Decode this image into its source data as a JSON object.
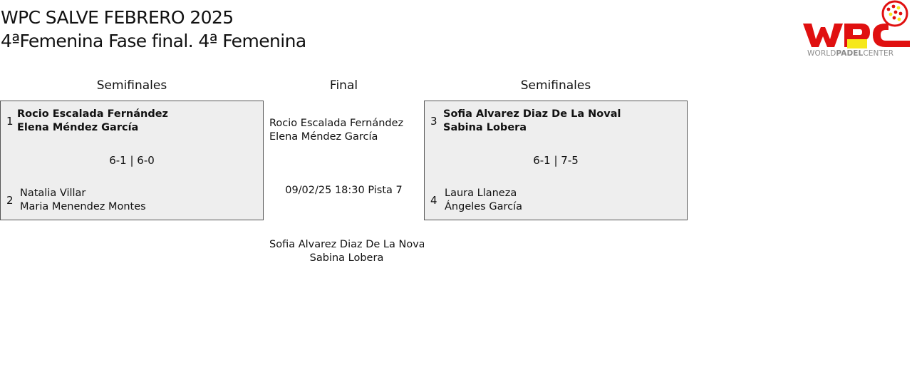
{
  "header": {
    "title_line1": "WPC SALVE FEBRERO 2025",
    "title_line2": "4ªFemenina Fase final. 4ª Femenina"
  },
  "logo": {
    "text_left": "WORLD",
    "text_bold": "PADEL",
    "text_right": "CENTER",
    "colors": {
      "red": "#e01010",
      "yellow": "#f6e81a"
    }
  },
  "columns": {
    "left": "Semifinales",
    "middle": "Final",
    "right": "Semifinales"
  },
  "semifinal_left": {
    "team1": {
      "seed": "1",
      "player1": "Rocio Escalada Fernández",
      "player2": "Elena Méndez García"
    },
    "score": "6-1 | 6-0",
    "team2": {
      "seed": "2",
      "player1": "Natalia Villar",
      "player2": "Maria Menendez Montes"
    }
  },
  "semifinal_right": {
    "team1": {
      "seed": "3",
      "player1": "Sofia Alvarez Diaz De La Noval",
      "player2": "Sabina Lobera"
    },
    "score": "6-1 | 7-5",
    "team2": {
      "seed": "4",
      "player1": "Laura Llaneza",
      "player2": "Ángeles García"
    }
  },
  "final": {
    "team1": {
      "player1": "Rocio Escalada Fernández",
      "player2": "Elena Méndez García"
    },
    "schedule": "09/02/25 18:30 Pista 7",
    "team2": {
      "player1": "Sofia Alvarez Diaz De La Noval",
      "player2": "Sabina Lobera"
    }
  },
  "colors": {
    "match_background": "#eeeeee",
    "match_border": "#555555"
  }
}
